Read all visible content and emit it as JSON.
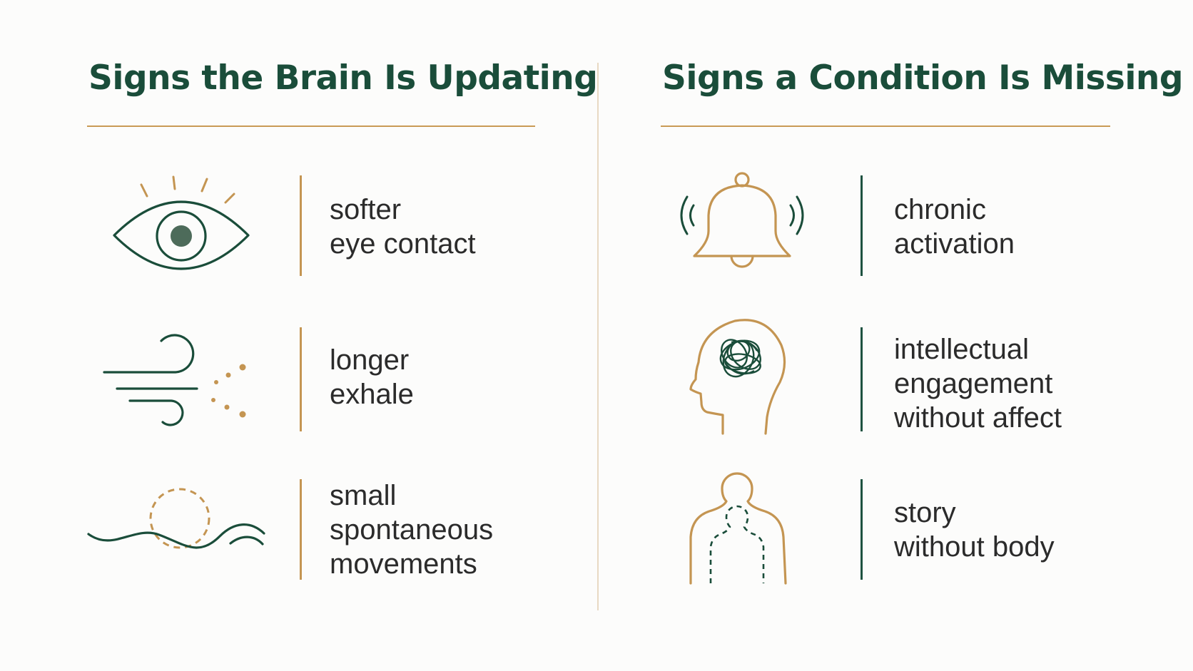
{
  "colors": {
    "green": "#1a4d3a",
    "gold": "#c49552",
    "text": "#2b2b2b",
    "background": "#fcfcfb"
  },
  "left": {
    "title": "Signs the Brain Is Updating",
    "items": [
      {
        "icon": "eye-icon",
        "lines": [
          "softer",
          "eye contact"
        ]
      },
      {
        "icon": "wind-breath-icon",
        "lines": [
          "longer",
          "exhale"
        ]
      },
      {
        "icon": "wave-movement-icon",
        "lines": [
          "small",
          "spontaneous",
          "movements"
        ]
      }
    ]
  },
  "right": {
    "title": "Signs a Condition Is Missing",
    "items": [
      {
        "icon": "ringing-bell-icon",
        "lines": [
          "chronic",
          "activation"
        ]
      },
      {
        "icon": "tangled-head-icon",
        "lines": [
          "intellectual",
          "engagement",
          "without affect"
        ]
      },
      {
        "icon": "body-outline-icon",
        "lines": [
          "story",
          "without body"
        ]
      }
    ]
  }
}
